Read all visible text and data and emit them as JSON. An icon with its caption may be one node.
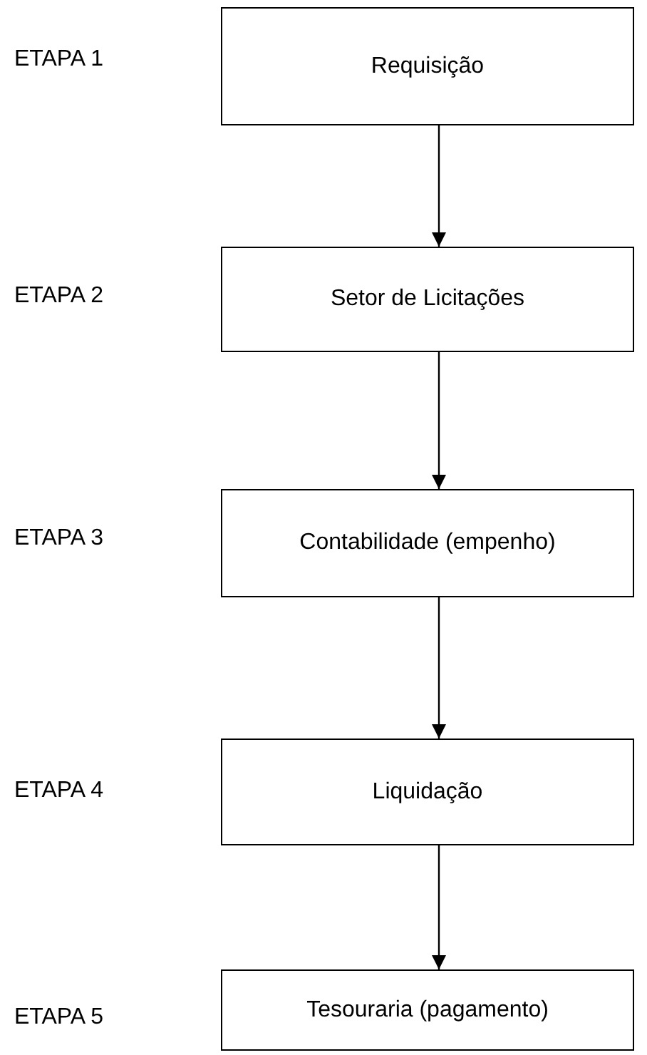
{
  "diagram": {
    "nodes": [
      {
        "text": [
          "Requisição"
        ]
      },
      {
        "text": [
          "Setor de Licitações"
        ]
      },
      {
        "text": [
          "Contabilidade (empenho)"
        ]
      },
      {
        "text": [
          "Liquidação"
        ]
      },
      {
        "text": [
          "Tesouraria (pagamento)"
        ]
      }
    ],
    "edges": [
      {
        "from": 0,
        "to": 1,
        "arrow": "to"
      },
      {
        "from": 1,
        "to": 2,
        "arrow": "to"
      },
      {
        "from": 2,
        "to": 3,
        "arrow": "to"
      },
      {
        "from": 3,
        "to": 4,
        "arrow": "to"
      }
    ],
    "labels": [
      "ETAPA 1",
      "ETAPA 2",
      "ETAPA 3",
      "ETAPA 4",
      "ETAPA 5"
    ]
  }
}
